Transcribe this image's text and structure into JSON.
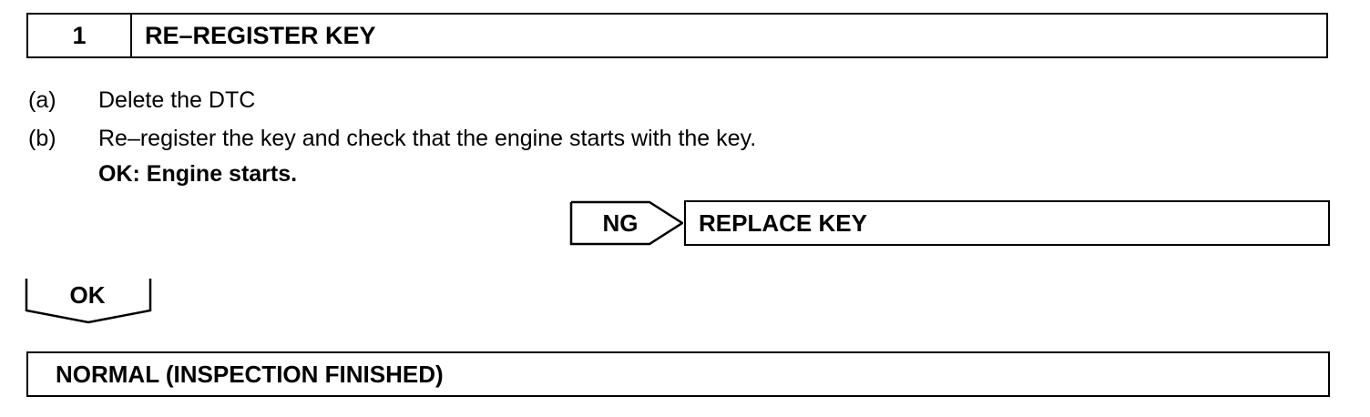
{
  "step": {
    "number": "1",
    "title": "RE–REGISTER KEY"
  },
  "instructions": [
    {
      "marker": "(a)",
      "text": "Delete the DTC"
    },
    {
      "marker": "(b)",
      "text": "Re–register the key  and check that the  engine starts with the  key."
    }
  ],
  "criteria": "OK: Engine starts.",
  "ng_branch": {
    "label": "NG",
    "result": "REPLACE KEY"
  },
  "ok_branch": {
    "label": "OK"
  },
  "final_result": "NORMAL (INSPECTION FINISHED)"
}
